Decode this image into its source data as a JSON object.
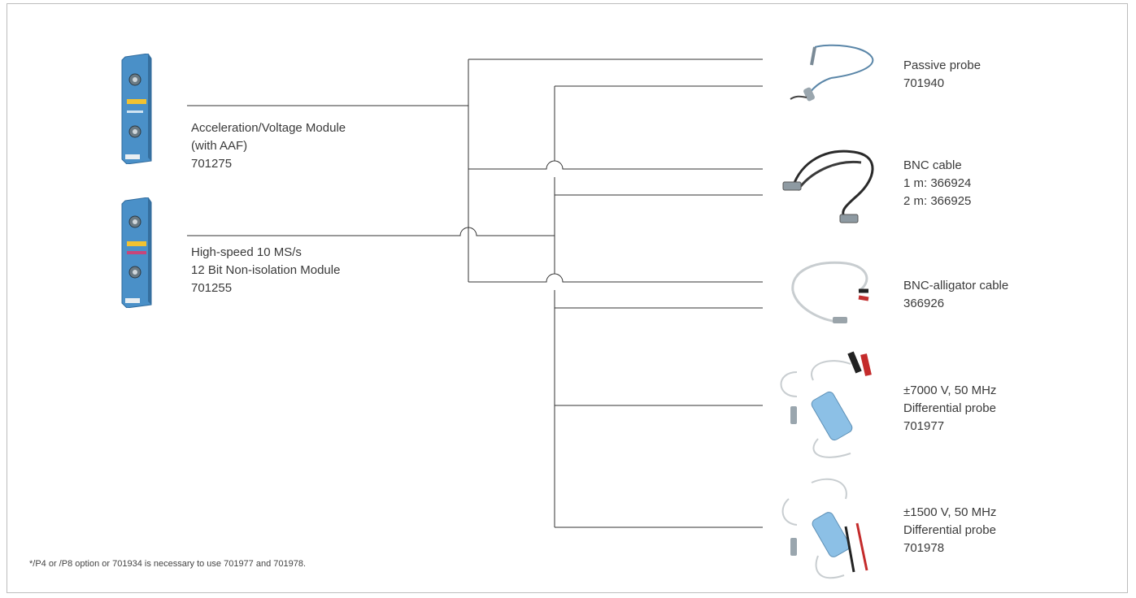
{
  "modules": [
    {
      "lines": [
        "Acceleration/Voltage Module",
        "(with AAF)",
        "701275"
      ]
    },
    {
      "lines": [
        "High-speed 10 MS/s",
        "12 Bit Non-isolation Module",
        "701255"
      ]
    }
  ],
  "accessories": [
    {
      "lines": [
        "Passive probe",
        "701940"
      ]
    },
    {
      "lines": [
        "BNC cable",
        "1 m: 366924",
        "2 m: 366925"
      ]
    },
    {
      "lines": [
        "BNC-alligator cable",
        "366926"
      ]
    },
    {
      "lines": [
        "±7000 V, 50 MHz",
        "Differential probe",
        "701977"
      ]
    },
    {
      "lines": [
        "±1500 V, 50 MHz",
        "Differential probe",
        "701978"
      ]
    }
  ],
  "footnote": "*/P4 or /P8 option or 701934 is necessary to use 701977 and 701978.",
  "colors": {
    "line": "#333333",
    "module_blue": "#4a90c8",
    "frame": "#bdbdbd"
  },
  "icons": [
    "module-icon",
    "passive-probe-icon",
    "bnc-cable-icon",
    "bnc-alligator-cable-icon",
    "differential-probe-icon"
  ]
}
